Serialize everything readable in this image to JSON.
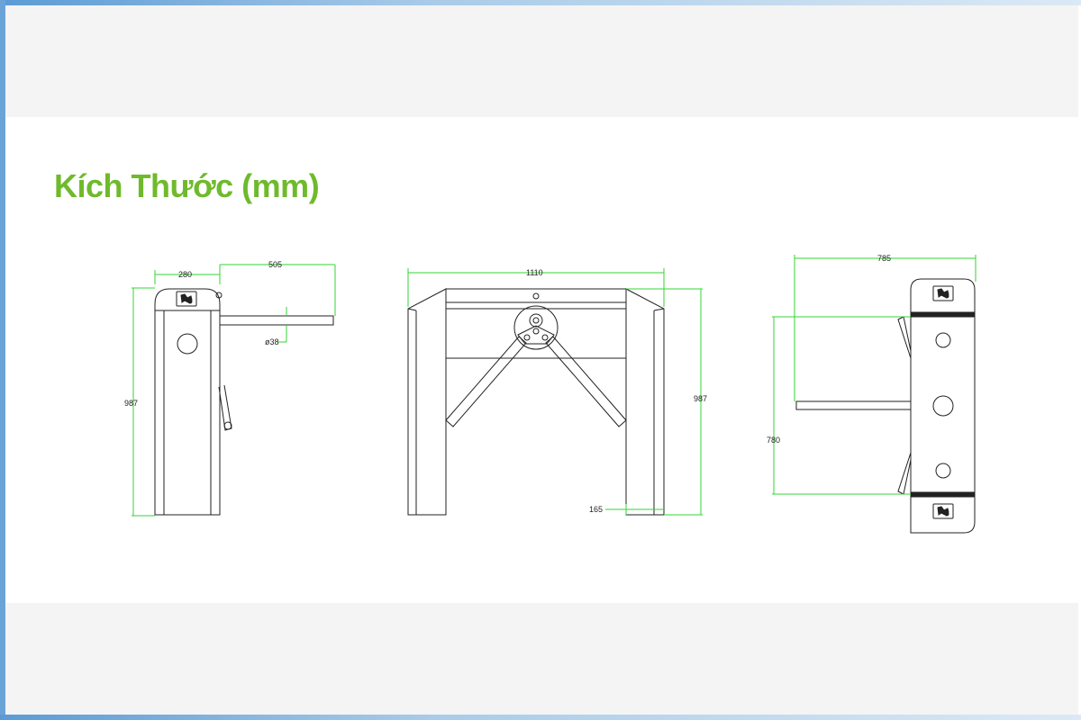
{
  "page": {
    "title": "Kích Thước (mm)"
  },
  "colors": {
    "title": "#6fba2c",
    "dimension_line": "#33d633",
    "outline": "#222222",
    "frame": "#6aa3d8",
    "band": "#f4f4f4"
  },
  "side_view": {
    "width": "280",
    "arm_length": "505",
    "arm_diameter": "ø38",
    "height": "987"
  },
  "front_view": {
    "width": "1110",
    "height": "987",
    "leg_width": "165"
  },
  "top_view": {
    "length": "785",
    "width": "780"
  }
}
